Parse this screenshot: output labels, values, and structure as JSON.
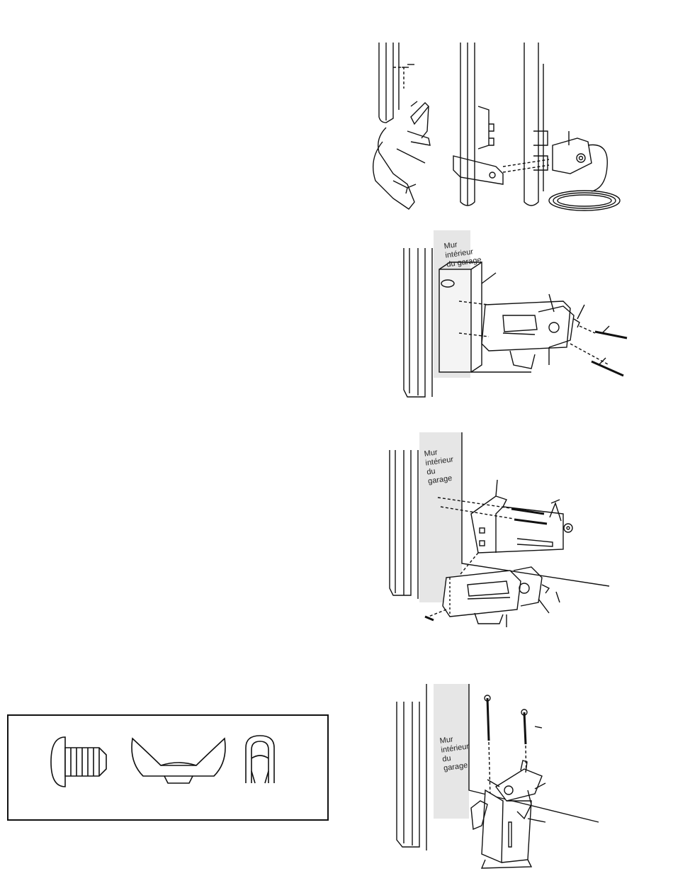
{
  "figures": {
    "fig2": {
      "wall_label": [
        "Mur",
        "intérieur",
        "du garage"
      ]
    },
    "fig3": {
      "wall_label": [
        "Mur",
        "intérieur",
        "du",
        "garage"
      ]
    },
    "fig4": {
      "wall_label": [
        "Mur",
        "intérieur",
        "du",
        "garage"
      ]
    }
  },
  "hardware_box": {
    "items": [
      {
        "icon": "carriage-bolt-icon"
      },
      {
        "icon": "wing-nut-icon"
      },
      {
        "icon": "insulated-staple-icon"
      }
    ]
  },
  "colors": {
    "line": "#111111",
    "wall_shade": "#e6e6e6",
    "rail_fill": "#ffffff"
  }
}
